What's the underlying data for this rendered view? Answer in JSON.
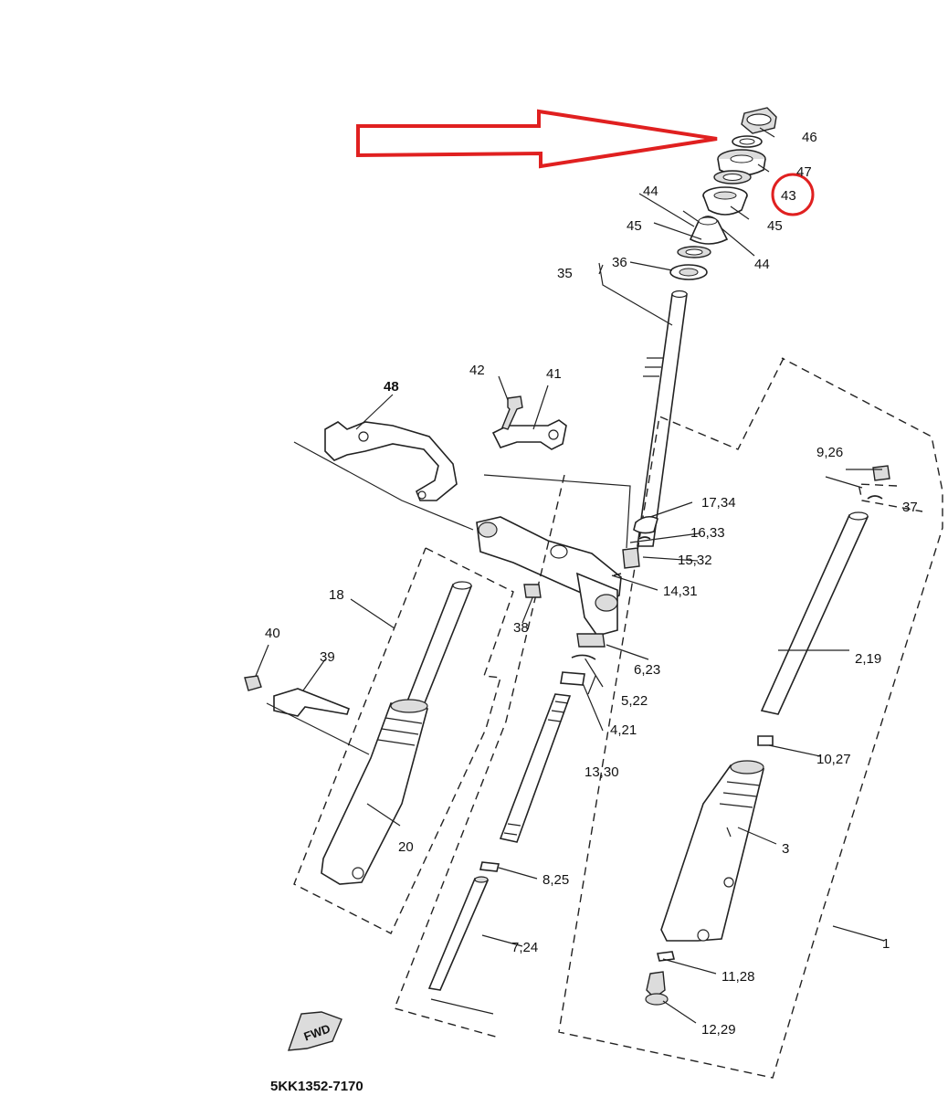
{
  "diagram": {
    "catalog_code": "5KK1352-7170",
    "fwd_label": "FWD",
    "highlight_color": "#e02020",
    "highlighted_part": "43",
    "callouts": {
      "p46": "46",
      "p47": "47",
      "p43": "43",
      "p45a": "45",
      "p44a": "44",
      "p44b": "44",
      "p45b": "45",
      "p36": "36",
      "p35": "35",
      "p48": "48",
      "p42": "42",
      "p41": "41",
      "p9_26": "9,26",
      "p37": "37",
      "p17_34": "17,34",
      "p16_33": "16,33",
      "p15_32": "15,32",
      "p14_31": "14,31",
      "p18": "18",
      "p38": "38",
      "p6_23": "6,23",
      "p40": "40",
      "p39": "39",
      "p5_22": "5,22",
      "p2_19": "2,19",
      "p4_21": "4,21",
      "p13_30": "13,30",
      "p10_27": "10,27",
      "p20": "20",
      "p3": "3",
      "p8_25": "8,25",
      "p1": "1",
      "p7_24": "7,24",
      "p11_28": "11,28",
      "p12_29": "12,29"
    }
  }
}
